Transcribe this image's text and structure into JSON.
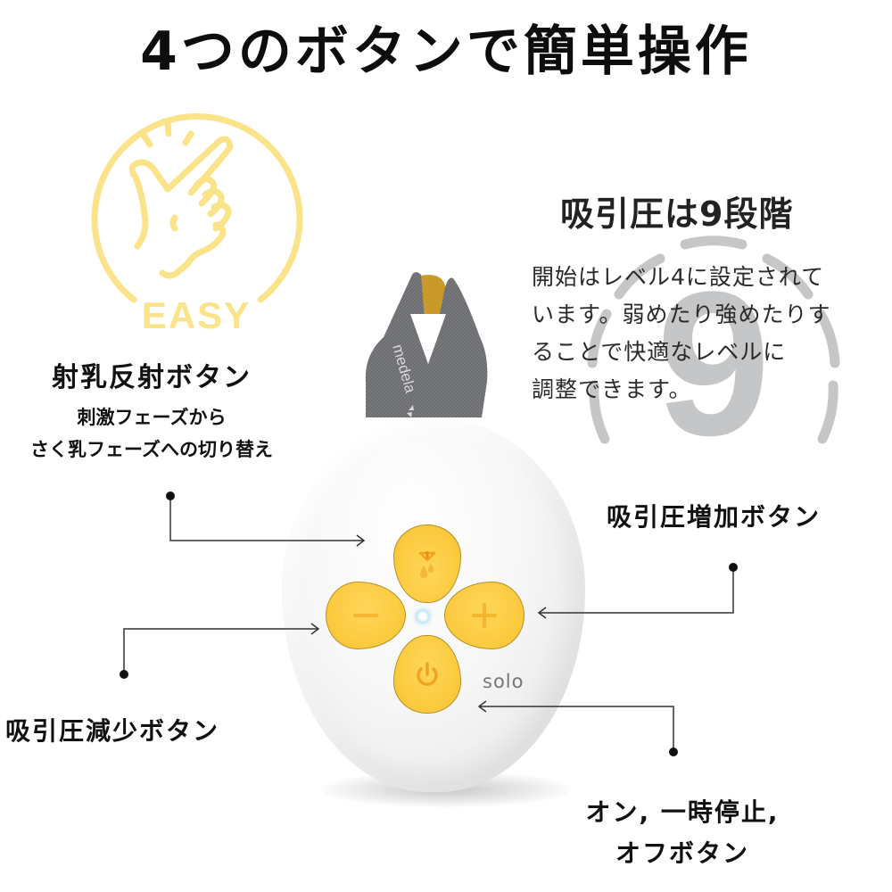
{
  "title": "4つのボタンで簡単操作",
  "easy_badge": {
    "icon": "snap-fingers-hand-icon",
    "text": "EASY",
    "color": "#fbe38a"
  },
  "level_section": {
    "title": "吸引圧は9段階",
    "description": "開始はレベル4に設定されて\nいます。弱めたり強めたりす\nることで快適なレベルに\n調整できます。",
    "dial_number": "9",
    "dial_color": "#c4c6c8"
  },
  "device": {
    "strap_brand": "medela",
    "model_text": "solo",
    "accent_color": "#fbc93c",
    "body_color": "#f5f5f5",
    "strap_color": "#6b6d70",
    "strap_tip_color": "#c99a2a"
  },
  "buttons": {
    "letdown": {
      "icon": "letdown-droplet-icon",
      "title": "射乳反射ボタン",
      "description": "刺激フェーズから\nさく乳フェーズへの切り替え"
    },
    "increase": {
      "icon": "plus-icon",
      "title": "吸引圧増加ボタン"
    },
    "decrease": {
      "icon": "minus-icon",
      "title": "吸引圧減少ボタン"
    },
    "power": {
      "icon": "power-icon",
      "title": "オン, 一時停止,\nオフボタン"
    }
  },
  "led_indicator_color": "#bfe6f5"
}
